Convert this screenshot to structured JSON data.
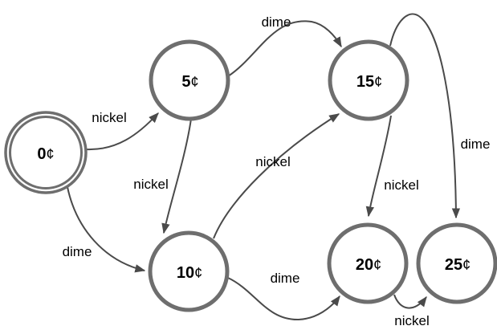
{
  "colors": {
    "node_stroke": "#6e6e6e",
    "edge_stroke": "#4a4a4a",
    "text": "#000000",
    "background": "#ffffff"
  },
  "diagram": {
    "type": "finite-state-machine",
    "description": "Coin-sum state diagram with nickel and dime transitions",
    "states": [
      {
        "id": "0c",
        "value": "0",
        "suffix": "¢",
        "accepting": true
      },
      {
        "id": "5c",
        "value": "5",
        "suffix": "¢",
        "accepting": false
      },
      {
        "id": "10c",
        "value": "10",
        "suffix": "¢",
        "accepting": false
      },
      {
        "id": "15c",
        "value": "15",
        "suffix": "¢",
        "accepting": false
      },
      {
        "id": "20c",
        "value": "20",
        "suffix": "¢",
        "accepting": false
      },
      {
        "id": "25c",
        "value": "25",
        "suffix": "¢",
        "accepting": false
      }
    ],
    "transitions": [
      {
        "from": "0c",
        "to": "5c",
        "label": "nickel"
      },
      {
        "from": "0c",
        "to": "10c",
        "label": "dime"
      },
      {
        "from": "5c",
        "to": "10c",
        "label": "nickel"
      },
      {
        "from": "5c",
        "to": "15c",
        "label": "dime"
      },
      {
        "from": "10c",
        "to": "15c",
        "label": "nickel"
      },
      {
        "from": "10c",
        "to": "20c",
        "label": "dime"
      },
      {
        "from": "15c",
        "to": "20c",
        "label": "nickel"
      },
      {
        "from": "15c",
        "to": "25c",
        "label": "dime"
      },
      {
        "from": "20c",
        "to": "25c",
        "label": "nickel"
      }
    ]
  }
}
